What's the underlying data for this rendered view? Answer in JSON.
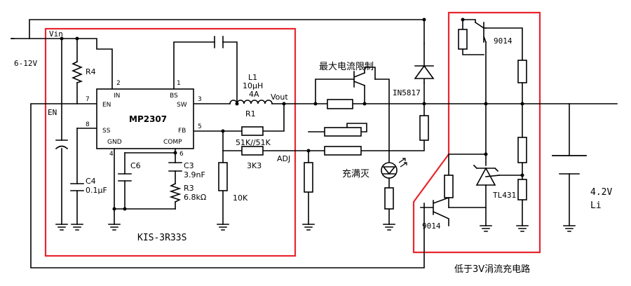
{
  "supply": {
    "input_range": "6-12V",
    "vin": "Vin",
    "en": "EN"
  },
  "chip": {
    "name": "MP2307",
    "pins": {
      "in": "IN",
      "en": "EN",
      "ss": "SS",
      "gnd": "GND",
      "bs": "BS",
      "sw": "SW",
      "fb": "FB",
      "comp": "COMP"
    },
    "pin_numbers": {
      "in": "2",
      "en": "7",
      "ss": "8",
      "gnd": "4",
      "bs": "1",
      "sw": "3",
      "fb": "5",
      "comp": "6"
    }
  },
  "components": {
    "r4": "R4",
    "c4_name": "C4",
    "c4_value": "0.1µF",
    "c6": "C6",
    "c3_name": "C3",
    "c3_value": "3.9nF",
    "r3_name": "R3",
    "r3_value": "6.8kΩ",
    "l1_name": "L1",
    "l1_value": "10µH",
    "l1_current": "4A",
    "r1": "R1",
    "vout": "Vout",
    "r_fb": "51K//51K",
    "r_adj": "3K3",
    "adj": "ADJ",
    "r_bottom": "10K",
    "module": "KIS-3R33S"
  },
  "charger": {
    "current_limit": "最大电流限制",
    "diode": "IN5817",
    "full_led": "充满灭"
  },
  "trickle": {
    "q_top": "9014",
    "q_bottom": "9014",
    "regulator": "TL431",
    "caption": "低于3V涓流充电路"
  },
  "battery": {
    "voltage": "4.2V",
    "type": "Li"
  },
  "colors": {
    "frame": "#e8262f",
    "wire": "#000000"
  }
}
